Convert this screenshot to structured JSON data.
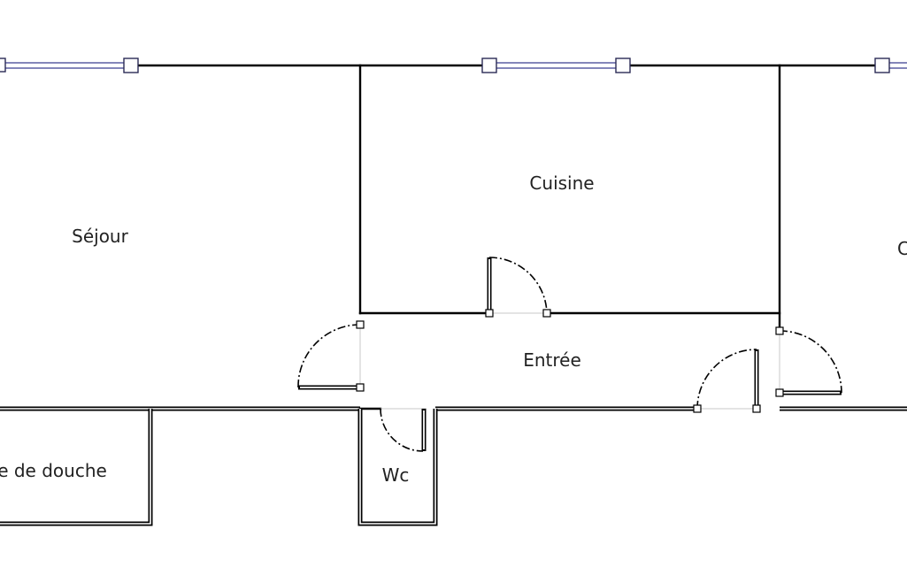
{
  "rooms": {
    "sejour": "Séjour",
    "cuisine": "Cuisine",
    "entree": "Entrée",
    "douche": "e de douche",
    "wc": "Wc",
    "right_room": "C"
  }
}
